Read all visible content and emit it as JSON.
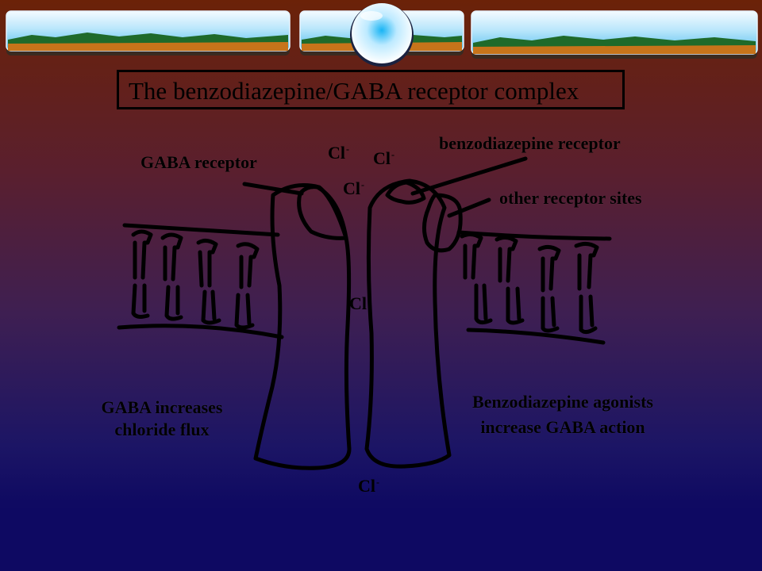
{
  "title": "The benzodiazepine/GABA receptor complex",
  "labels": {
    "gaba_receptor": "GABA receptor",
    "benzodiazepine_receptor": "benzodiazepine receptor",
    "other_receptor_sites": "other receptor sites",
    "gaba_effect_line1": "GABA increases",
    "gaba_effect_line2": "chloride flux",
    "bz_effect_line1": "Benzodiazepine agonists",
    "bz_effect_line2": "increase GABA action"
  },
  "ion": {
    "symbol": "Cl",
    "charge": "-"
  },
  "colors": {
    "background_top": "#6b2208",
    "background_bottom": "#0d0862",
    "ink": "#000000"
  }
}
